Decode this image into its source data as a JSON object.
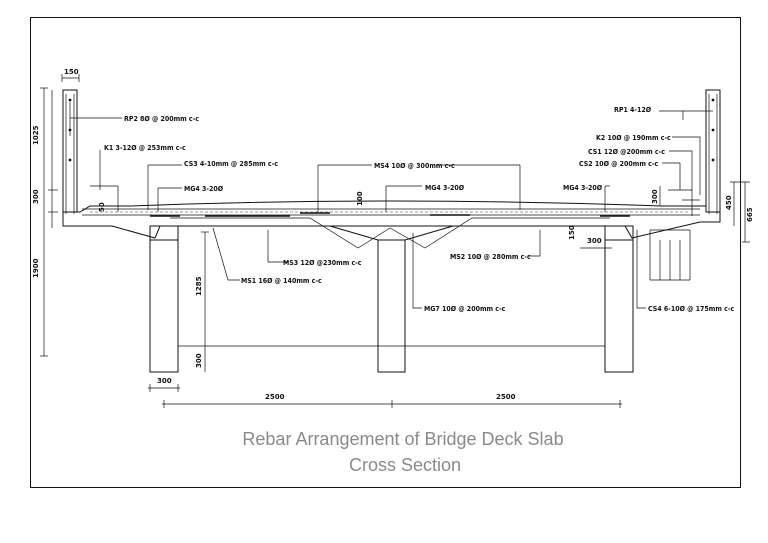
{
  "caption": {
    "line1": "Rebar Arrangement of Bridge Deck Slab",
    "line2": "Cross Section"
  },
  "labels": {
    "rp2": "RP2 8Ø @ 200mm c-c",
    "k1": "K1 3-12Ø @ 253mm c-c",
    "cs3": "CS3 4-10mm @ 285mm c-c",
    "mg4_left": "MG4 3-20Ø",
    "ms4": "MS4 10Ø @ 300mm c-c",
    "mg4_center": "MG4 3-20Ø",
    "mg4_right": "MG4 3-20Ø",
    "rp1": "RP1 4-12Ø",
    "k2": "K2 10Ø @ 190mm c-c",
    "cs1": "CS1 12Ø @200mm c-c",
    "cs2": "CS2 10Ø @ 200mm c-c",
    "ms3": "MS3 12Ø @230mm c-c",
    "ms1": "MS1 16Ø @ 140mm c-c",
    "ms2": "MS2 10Ø @ 280mm c-c",
    "mg7": "MG7 10Ø @ 200mm c-c",
    "cs4": "CS4 6-10Ø @ 175mm c-c"
  },
  "dimensions": {
    "d150_top": "150",
    "d1025": "1025",
    "d300_left": "300",
    "d1900": "1900",
    "d50": "50",
    "d100": "100",
    "d1285": "1285",
    "d300_mid": "300",
    "d300_col": "300",
    "d2500_a": "2500",
    "d2500_b": "2500",
    "d300_right": "300",
    "d450": "450",
    "d665": "665",
    "d150_right": "150",
    "d300_right_b": "300"
  }
}
